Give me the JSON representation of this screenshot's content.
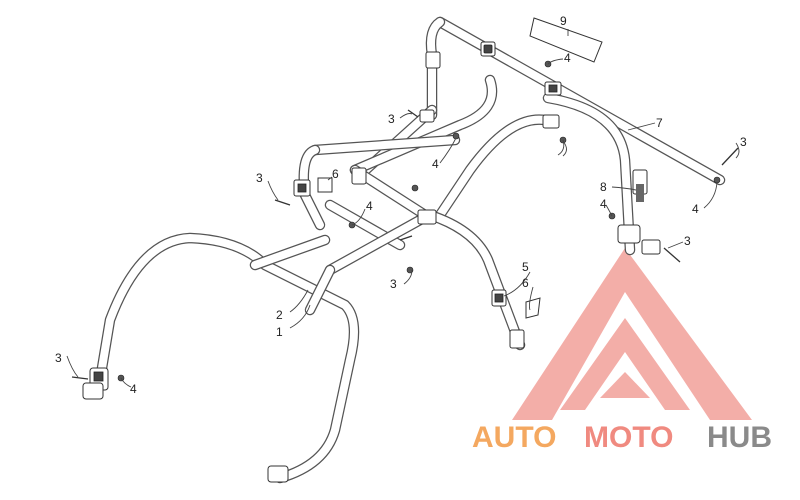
{
  "diagram": {
    "callouts": [
      "1",
      "2",
      "3",
      "3",
      "3",
      "3",
      "3",
      "3",
      "4",
      "4",
      "4",
      "4",
      "4",
      "4",
      "5",
      "6",
      "6",
      "7",
      "8",
      "9"
    ]
  },
  "logo": {
    "part1": "AUTO",
    "part2": "MOTO",
    "part3": "HUB",
    "color_auto": "#f4a860",
    "color_moto": "#f08a80",
    "color_hub": "#8a8a8a",
    "triangle_color": "#f2a09a"
  }
}
